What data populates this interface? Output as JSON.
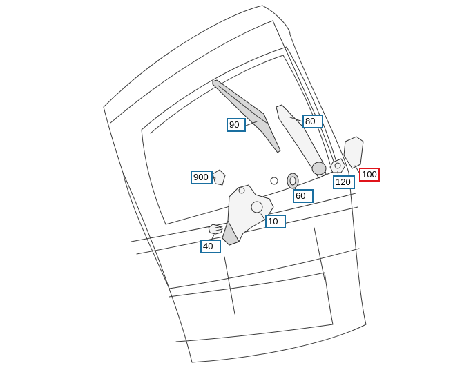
{
  "callouts": {
    "c90": "90",
    "c80": "80",
    "c900": "900",
    "c60": "60",
    "c120": "120",
    "c100": "100",
    "c10": "10",
    "c40": "40"
  },
  "selected_callout": "100",
  "colors": {
    "callout_border": "#1a6fa0",
    "selected_border": "#e0141b",
    "line": "#3a3a3a"
  }
}
